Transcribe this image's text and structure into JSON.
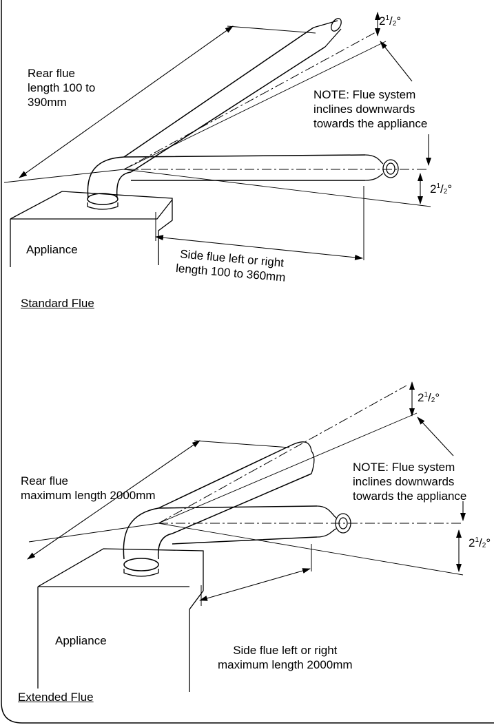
{
  "standard": {
    "rear_flue_lines": [
      "Rear flue",
      "length 100 to",
      "390mm"
    ],
    "note_lines": [
      "NOTE: Flue system",
      "inclines downwards",
      "towards the appliance"
    ],
    "appliance": "Appliance",
    "side_flue_lines": [
      "Side flue left or right",
      "length 100 to 360mm"
    ],
    "caption": "Standard Flue",
    "angle_top": {
      "whole": "2",
      "num": "1",
      "den": "2",
      "unit": "°"
    },
    "angle_side": {
      "whole": "2",
      "num": "1",
      "den": "2",
      "unit": "°"
    }
  },
  "extended": {
    "rear_flue_lines": [
      "Rear flue",
      "maximum length 2000mm"
    ],
    "note_lines": [
      "NOTE: Flue system",
      "inclines downwards",
      "towards the appliance"
    ],
    "appliance": "Appliance",
    "side_flue_lines": [
      "Side flue left or right",
      "maximum length 2000mm"
    ],
    "caption": "Extended Flue",
    "angle_top": {
      "whole": "2",
      "num": "1",
      "den": "2",
      "unit": "°"
    },
    "angle_side": {
      "whole": "2",
      "num": "1",
      "den": "2",
      "unit": "°"
    }
  }
}
